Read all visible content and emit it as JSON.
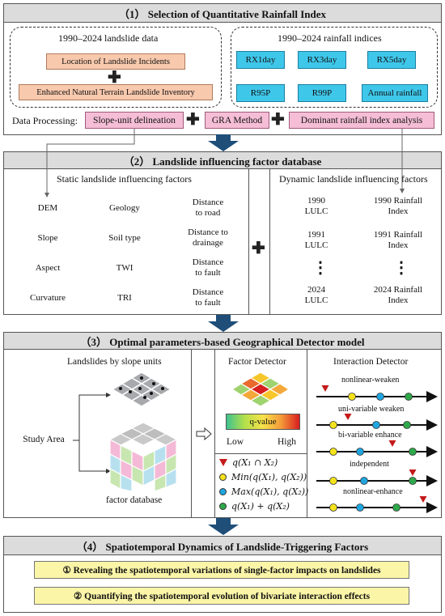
{
  "section1": {
    "title": "（1）  Selection of Quantitative Rainfall Index",
    "landslide_title": "1990–2024 landslide data",
    "landslide_items": [
      "Location of Landslide Incidents",
      "Enhanced Natural Terrain Landslide Inventory"
    ],
    "rainfall_title": "1990–2024 rainfall indices",
    "rainfall_items": [
      "RX1day",
      "RX3day",
      "RX5day",
      "R95P",
      "R99P",
      "Annual rainfall"
    ],
    "processing_label": "Data Processing:",
    "processing_items": [
      "Slope-unit delineation",
      "GRA Method",
      "Dominant rainfall index analysis"
    ]
  },
  "section2": {
    "title": "（2）  Landslide influencing factor database",
    "static_title": "Static landslide influencing factors",
    "static_col1": [
      "DEM",
      "Slope",
      "Aspect",
      "Curvature"
    ],
    "static_col2": [
      "Geology",
      "Soil type",
      "TWI",
      "TRI"
    ],
    "static_col3": [
      "Distance\nto road",
      "Distance to\ndrainage",
      "Distance\nto fault",
      "Distance\nto fault"
    ],
    "dynamic_title": "Dynamic landslide influencing factors",
    "dynamic_lulc": [
      "1990\nLULC",
      "1991\nLULC",
      "2024\nLULC"
    ],
    "dynamic_rain": [
      "1990 Rainfall\nIndex",
      "1991 Rainfall\nIndex",
      "2024 Rainfall\nIndex"
    ],
    "ellipsis": "⋮"
  },
  "section3": {
    "title": "（3）  Optimal parameters-based Geographical Detector  model",
    "slope_units_title": "Landslides by slope units",
    "study_area": "Study Area",
    "factor_database": "factor database",
    "factor_detector": "Factor Detector",
    "qvalue": "q-value",
    "low": "Low",
    "high": "High",
    "interaction_title": "Interaction Detector",
    "interaction_items": [
      "nonlinear-weaken",
      "uni-variable weaken",
      "bi-variable enhance",
      "independent",
      "nonlinear-enhance"
    ],
    "legend": [
      "q(X₁ ∩ X₂)",
      "Min(q(X₁), q(X₂))",
      "Max(q(X₁), q(X₂))",
      "q(X₁) + q(X₂)"
    ],
    "colors": {
      "triangle": "#c41a1a",
      "min": "#f5e21c",
      "max": "#1fa6e0",
      "sum": "#2ea84a"
    }
  },
  "section4": {
    "title": "（4）  Spatiotemporal Dynamics of Landslide-Triggering Factors",
    "items": [
      "①  Revealing the spatiotemporal variations of single-factor impacts on landslides",
      "②  Quantifying the spatiotemporal evolution of bivariate interaction effects"
    ]
  }
}
